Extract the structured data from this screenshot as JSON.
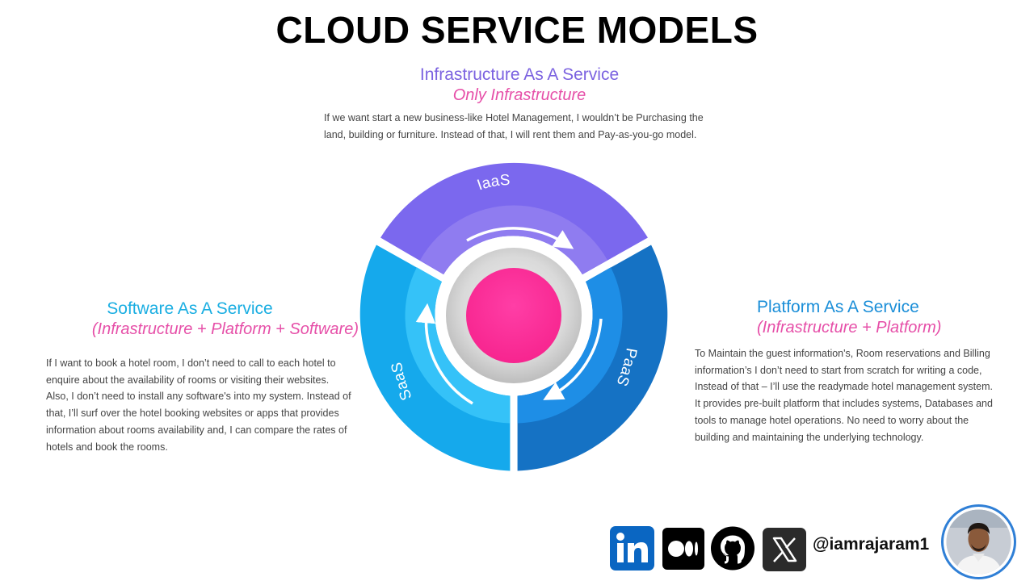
{
  "title": "CLOUD SERVICE MODELS",
  "iaas": {
    "heading": "Infrastructure As A Service",
    "subheading": "Only Infrastructure",
    "body": "If we want start a new business-like  Hotel Management, I wouldn’t  be Purchasing the land,  building  or furniture.  Instead of that, I will rent them and Pay-as-you-go model.",
    "ring_label": "IaaS"
  },
  "paas": {
    "heading": "Platform As A Service",
    "subheading": "(Infrastructure  + Platform)",
    "body": "To Maintain the guest information's,  Room reservations and Billing information’s  I don’t need to start from scratch for writing a code, Instead of that – I’ll  use the readymade hotel management system.  It provides  pre-built  platform that includes systems,  Databases and tools to manage hotel operations.  No need to worry about the building  and maintaining the underlying technology.",
    "ring_label": "PaaS"
  },
  "saas": {
    "heading": "Software As A Service",
    "subheading": "(Infrastructure  + Platform + Software)",
    "body": "If I want to book a hotel room,  I don’t need to call to each hotel to enquire about the availability of rooms or visiting  their websites.  Also,  I don’t need to install any software's into my system.  Instead of that, I’ll surf over the hotel booking websites or apps that provides information about rooms availability and,  I can compare  the rates of hotels and book  the rooms.",
    "ring_label": "SaaS"
  },
  "social": {
    "handle": "@iamrajaram1",
    "icons": [
      "linkedin-icon",
      "medium-icon",
      "github-icon",
      "x-icon"
    ]
  },
  "colors": {
    "iaas_outer": "#7b68ee",
    "iaas_inner": "#8f7cf0",
    "paas_outer": "#1572c4",
    "paas_inner": "#1e8ee6",
    "saas_outer": "#15a9ec",
    "saas_inner": "#35c2f8",
    "hub": "#ff2f9b",
    "subtitle_pink": "#e64fa8"
  }
}
